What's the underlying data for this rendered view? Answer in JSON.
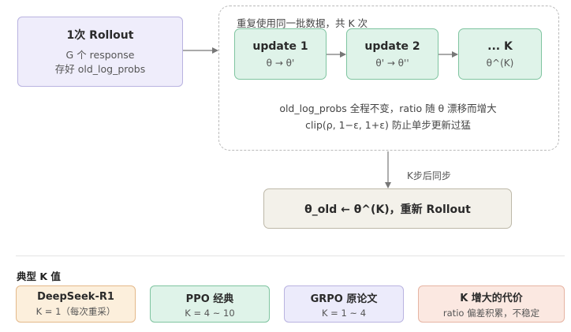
{
  "rollout": {
    "title": "1次 Rollout",
    "line1": "G 个 response",
    "line2": "存好 old_log_probs"
  },
  "loop": {
    "title": "重复使用同一批数据，共 K 次",
    "updates": [
      {
        "title": "update 1",
        "sub": "θ → θ'"
      },
      {
        "title": "update 2",
        "sub": "θ' → θ''"
      },
      {
        "title": "... K",
        "sub": "θ^(K)"
      }
    ],
    "note1": "old_log_probs 全程不变，ratio 随 θ 漂移而增大",
    "note2": "clip(ρ, 1−ε, 1+ε) 防止单步更新过猛"
  },
  "sync_label": "K步后同步",
  "final": {
    "title": "θ_old ← θ^(K)，重新 Rollout"
  },
  "k_values": {
    "title": "典型 K 值",
    "cards": [
      {
        "title": "DeepSeek-R1",
        "sub": "K = 1（每次重采）"
      },
      {
        "title": "PPO 经典",
        "sub": "K = 4 ~ 10"
      },
      {
        "title": "GRPO 原论文",
        "sub": "K = 1 ~ 4"
      },
      {
        "title": "K 增大的代价",
        "sub": "ratio 偏差积累，不稳定"
      }
    ]
  },
  "colors": {
    "arrow": "#777777"
  }
}
